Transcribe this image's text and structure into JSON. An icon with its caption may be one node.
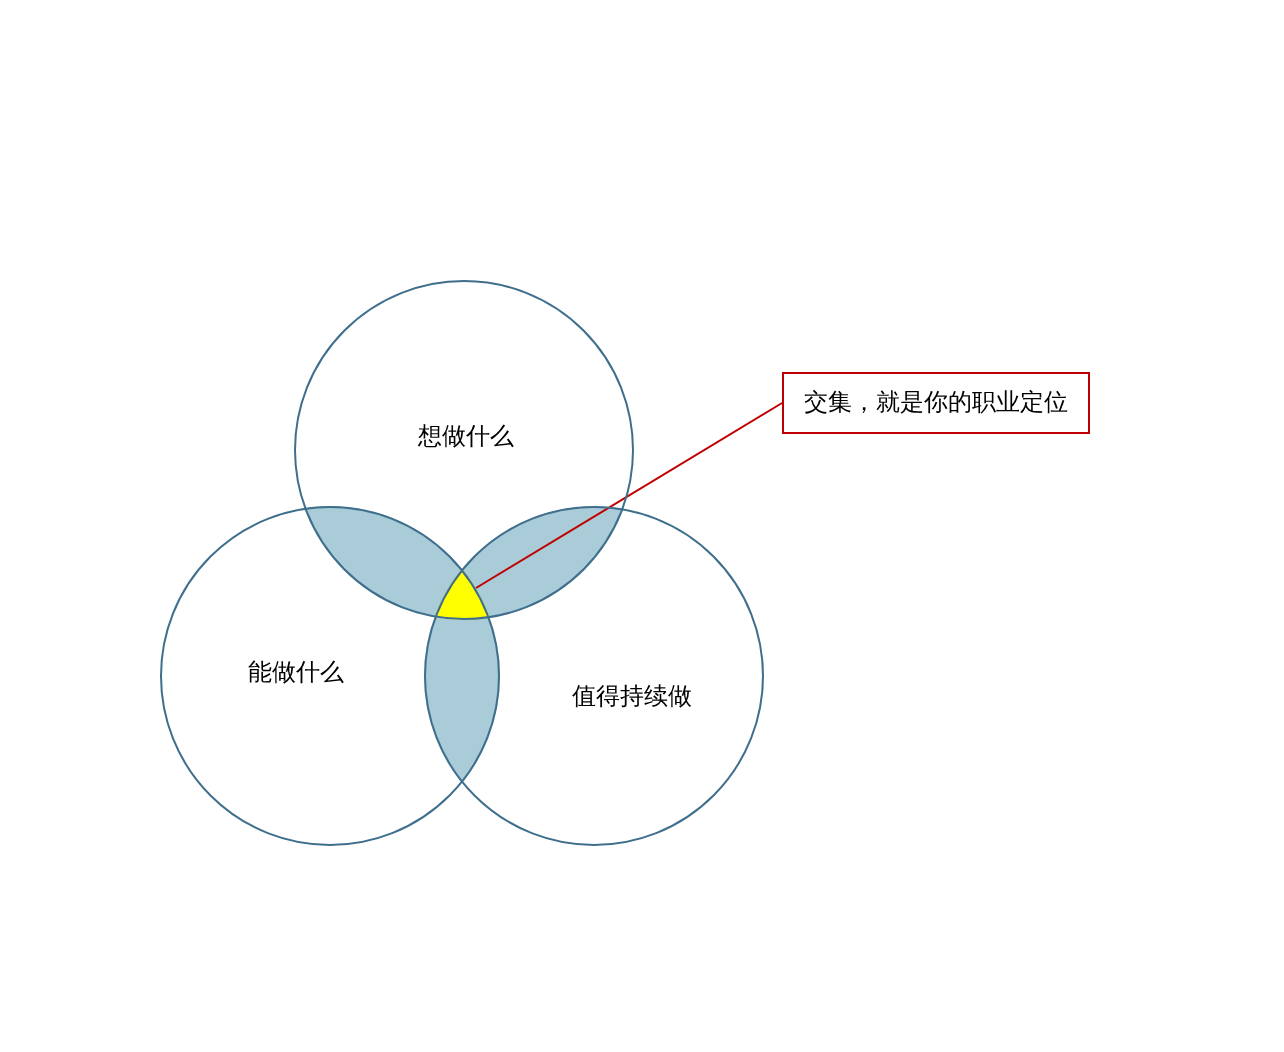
{
  "diagram": {
    "nodes": [
      {
        "text": [
          "想做什么"
        ]
      },
      {
        "text": [
          "能做什么"
        ]
      },
      {
        "text": [
          "值得持续做"
        ]
      },
      {
        "text": [
          "交集，就是你的职业定位"
        ]
      },
      {
        "text": [],
        "shape": "triangle"
      }
    ],
    "edges": [
      {
        "from": 3,
        "to": 4,
        "arrow": "none"
      }
    ]
  }
}
